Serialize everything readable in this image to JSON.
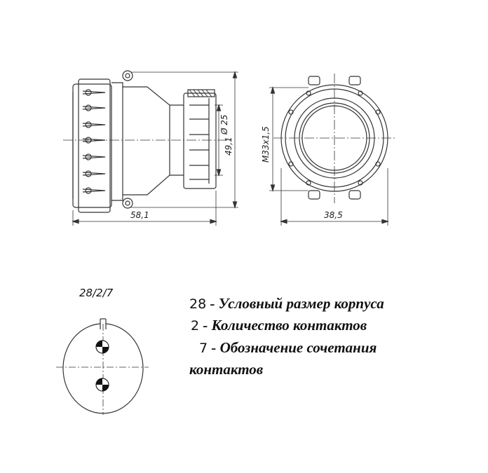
{
  "dimensions": {
    "length": "58,1",
    "width": "38,5",
    "height": "49,1",
    "thread": "M33x1,5",
    "diameter": "Ø 25"
  },
  "code": "28/2/7",
  "legend": [
    {
      "num": "28",
      "text": " - Условный размер корпуса"
    },
    {
      "num": "2",
      "text": " - Количество контактов"
    },
    {
      "num": "7",
      "text": " - Обозначение сочетания"
    },
    {
      "num": "",
      "text": "контактов"
    }
  ],
  "contacts": 2
}
